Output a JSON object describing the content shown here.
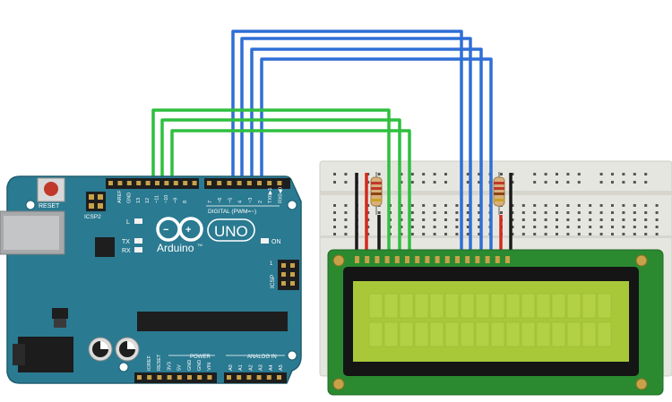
{
  "board": {
    "logo_text": "Arduino",
    "model_text": "UNO",
    "tm_text": "TM",
    "reset_label": "RESET",
    "icsp2_label": "ICSP2",
    "icsp_label": "ICSP",
    "digital_label": "DIGITAL (PWM=~)",
    "power_label": "POWER",
    "analog_label": "ANALOG IN",
    "on_label": "ON",
    "led_l_label": "L",
    "led_tx_label": "TX",
    "led_rx_label": "RX",
    "icsp_num": "1",
    "header_labels_left": [
      "AREF",
      "GND",
      "13",
      "12",
      "~11",
      "~10",
      "~9",
      "8"
    ],
    "header_labels_right": [
      "7",
      "~6",
      "~5",
      "4",
      "~3",
      "2",
      "TX0▶1",
      "RX0◀0"
    ],
    "power_pins": [
      "IOREF",
      "RESET",
      "3V3",
      "5V",
      "GND",
      "GND",
      "VIN"
    ],
    "analog_pins": [
      "A0",
      "A1",
      "A2",
      "A3",
      "A4",
      "A5"
    ]
  },
  "colors": {
    "board": "#2a7a91",
    "wire_green": "#2fbf3f",
    "wire_blue": "#2f6fd6",
    "wire_red": "#d42a1e",
    "wire_black": "#1a1a1a",
    "lcd_pcb": "#2b8a30",
    "lcd_screen": "#a8c83a",
    "breadboard": "#e6e6e0"
  }
}
